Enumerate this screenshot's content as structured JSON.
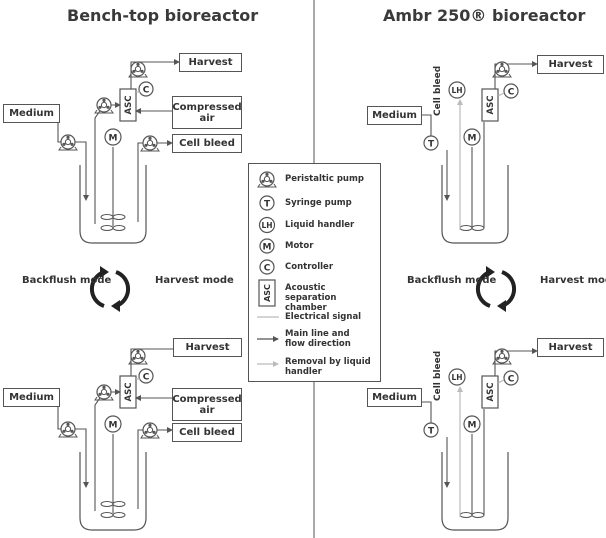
{
  "titles": {
    "left": "Bench-top bioreactor",
    "right": "Ambr 250® bioreactor"
  },
  "boxes": {
    "harvest": "Harvest",
    "medium": "Medium",
    "compressed_air": "Compressed air",
    "cell_bleed": "Cell bleed"
  },
  "symbols": {
    "asc": "ASC",
    "motor": "M",
    "controller": "C",
    "syringe": "T",
    "liquid_handler": "LH"
  },
  "vertical_labels": {
    "cell_bleed": "Cell bleed"
  },
  "modes": {
    "backflush": "Backflush mode",
    "harvest": "Harvest mode"
  },
  "legend": {
    "items": [
      {
        "icon": "peristaltic-pump",
        "label": "Peristaltic pump"
      },
      {
        "icon": "syringe-pump",
        "label": "Syringe pump"
      },
      {
        "icon": "liquid-handler",
        "label": "Liquid handler"
      },
      {
        "icon": "motor",
        "label": "Motor"
      },
      {
        "icon": "controller",
        "label": "Controller"
      },
      {
        "icon": "asc",
        "label": "Acoustic separation chamber"
      },
      {
        "icon": "electrical-line",
        "label": "Electrical signal"
      },
      {
        "icon": "main-line-arrow",
        "label": "Main line and flow direction"
      },
      {
        "icon": "removal-line-arrow",
        "label": "Removal by liquid handler"
      }
    ]
  },
  "colors": {
    "line": "#555555",
    "light_line": "#b5b5b5",
    "text": "#333333"
  }
}
